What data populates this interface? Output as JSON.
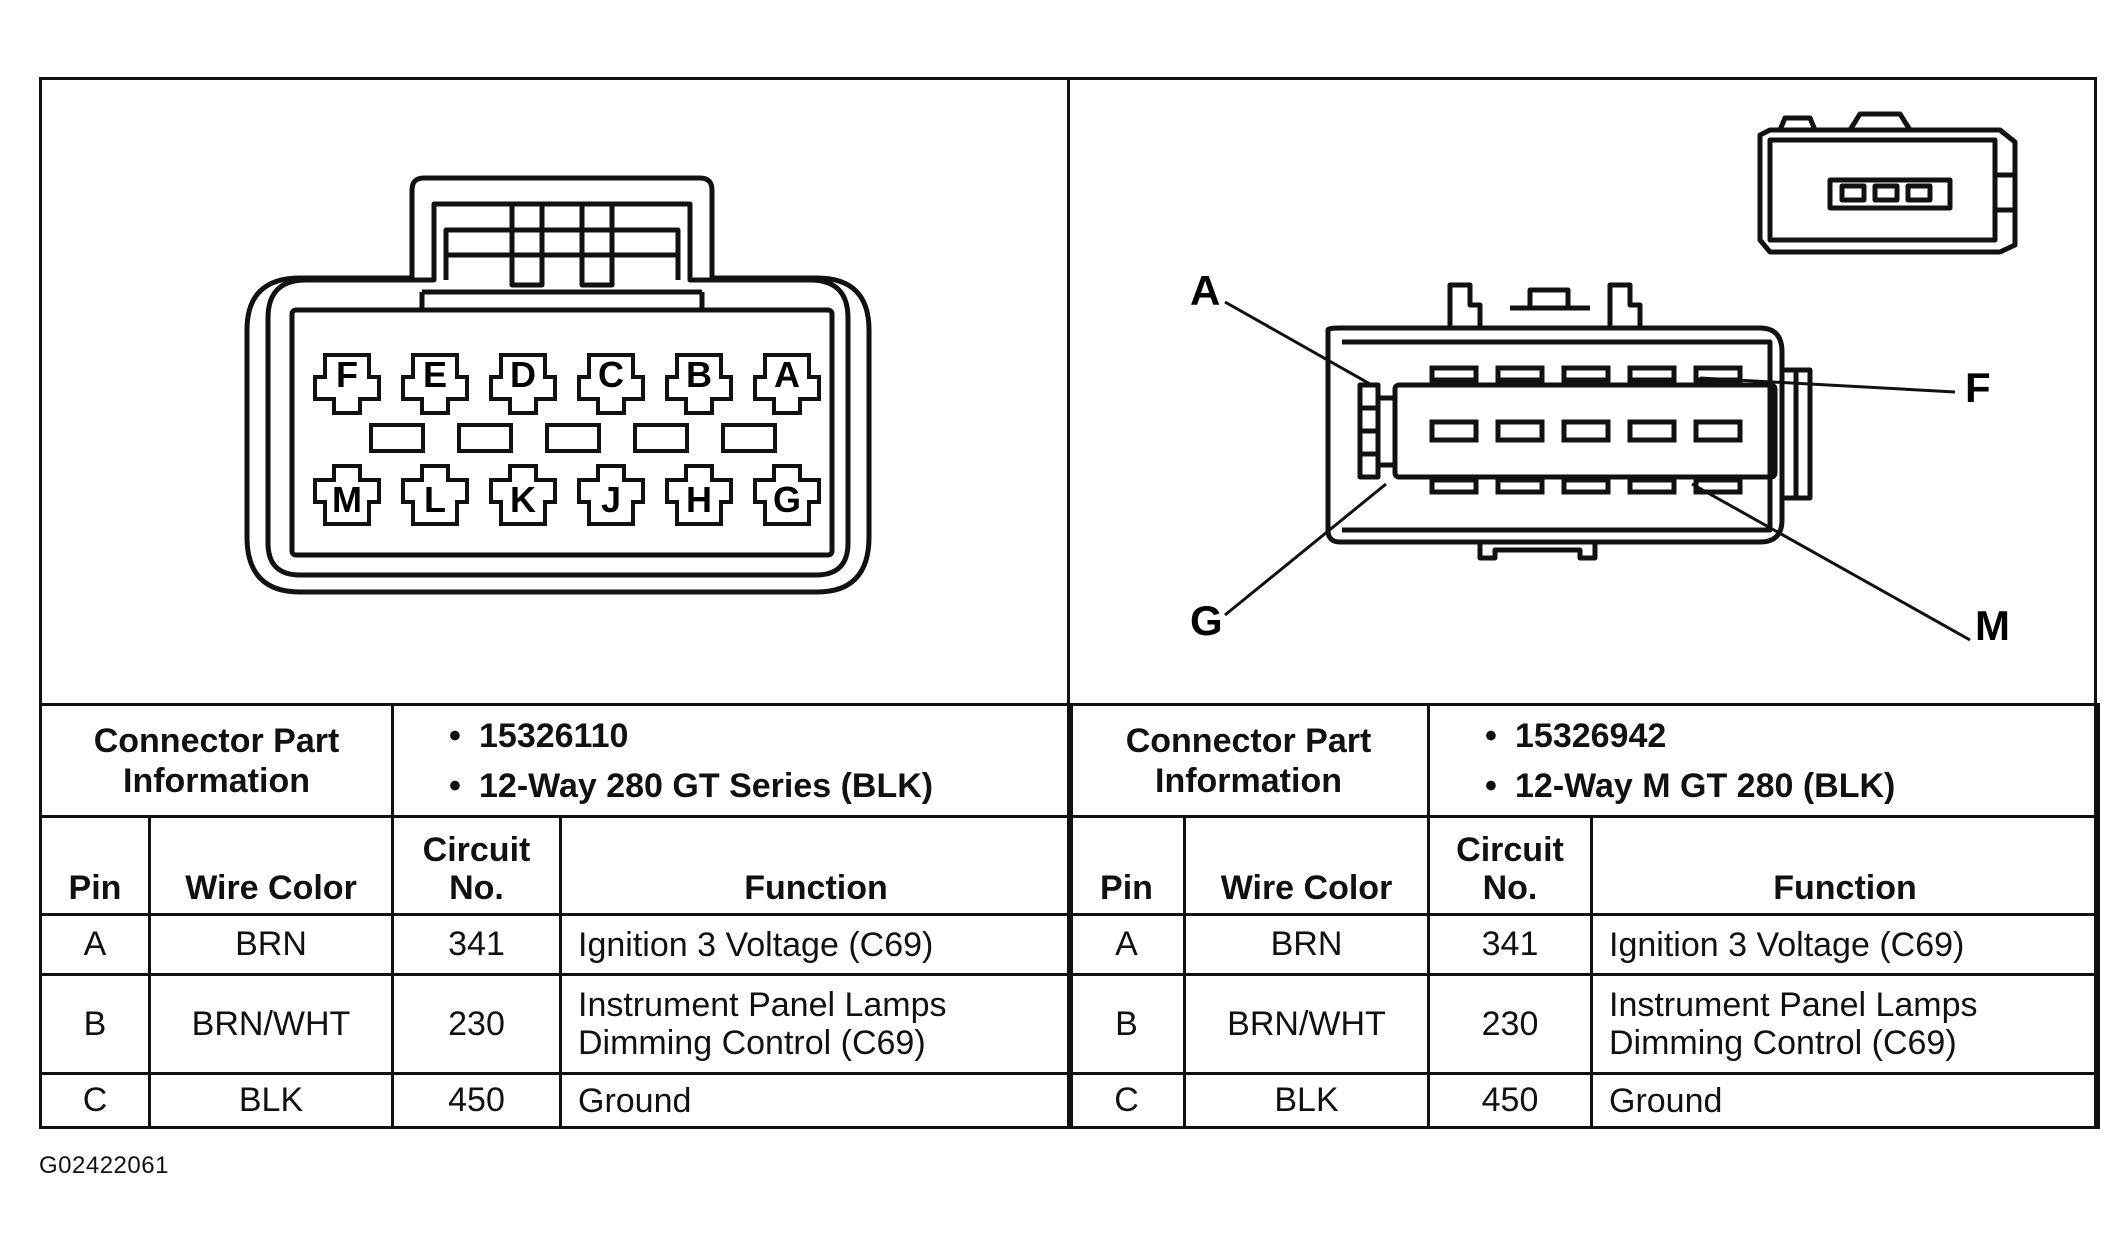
{
  "figure_id": "G02422061",
  "left": {
    "pins_top": [
      "F",
      "E",
      "D",
      "C",
      "B",
      "A"
    ],
    "pins_bottom": [
      "M",
      "L",
      "K",
      "J",
      "H",
      "G"
    ],
    "info_label_line1": "Connector Part",
    "info_label_line2": "Information",
    "part_number": "15326110",
    "connector_desc": "12-Way 280 GT Series (BLK)",
    "headers": {
      "pin": "Pin",
      "wire_color": "Wire Color",
      "circuit_line1": "Circuit",
      "circuit_line2": "No.",
      "function": "Function"
    },
    "rows": [
      {
        "pin": "A",
        "wire": "BRN",
        "circuit": "341",
        "func1": "Ignition 3 Voltage (C69)",
        "func2": ""
      },
      {
        "pin": "B",
        "wire": "BRN/WHT",
        "circuit": "230",
        "func1": "Instrument Panel Lamps",
        "func2": "Dimming Control (C69)"
      },
      {
        "pin": "C",
        "wire": "BLK",
        "circuit": "450",
        "func1": "Ground",
        "func2": ""
      }
    ]
  },
  "right": {
    "callouts": {
      "a": "A",
      "f": "F",
      "g": "G",
      "m": "M"
    },
    "info_label_line1": "Connector Part",
    "info_label_line2": "Information",
    "part_number": "15326942",
    "connector_desc": "12-Way M GT 280 (BLK)",
    "headers": {
      "pin": "Pin",
      "wire_color": "Wire Color",
      "circuit_line1": "Circuit",
      "circuit_line2": "No.",
      "function": "Function"
    },
    "rows": [
      {
        "pin": "A",
        "wire": "BRN",
        "circuit": "341",
        "func1": "Ignition 3 Voltage (C69)",
        "func2": ""
      },
      {
        "pin": "B",
        "wire": "BRN/WHT",
        "circuit": "230",
        "func1": "Instrument Panel Lamps",
        "func2": "Dimming Control (C69)"
      },
      {
        "pin": "C",
        "wire": "BLK",
        "circuit": "450",
        "func1": "Ground",
        "func2": ""
      }
    ]
  }
}
